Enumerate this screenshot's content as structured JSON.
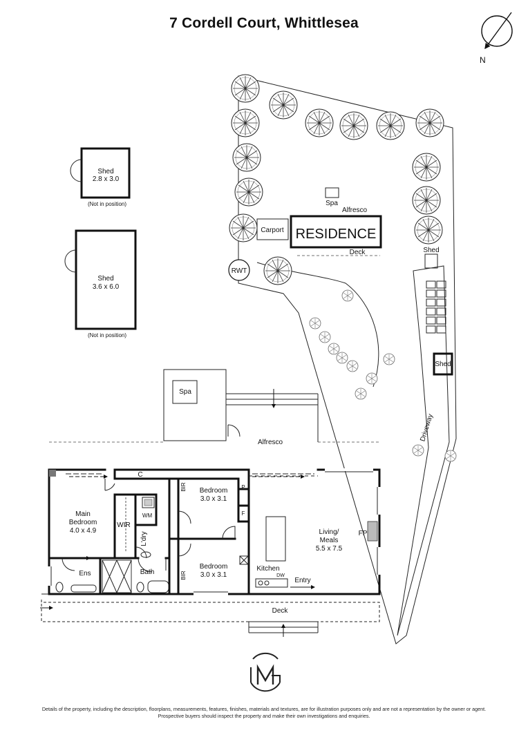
{
  "title": "7 Cordell Court, Whittlesea",
  "compass": {
    "label": "N"
  },
  "site": {
    "residence": "RESIDENCE",
    "carport": "Carport",
    "spa": "Spa",
    "alfresco": "Alfresco",
    "deck": "Deck",
    "shed": "Shed",
    "shed2": "Shed",
    "rwt": "RWT",
    "driveway": "Driveway"
  },
  "sheds": [
    {
      "name": "Shed",
      "size": "2.8 x 3.0",
      "note": "(Not in position)"
    },
    {
      "name": "Shed",
      "size": "3.6 x 6.0",
      "note": "(Not in position)"
    }
  ],
  "floorplan": {
    "spa": "Spa",
    "alfresco": "Alfresco",
    "main_bedroom": {
      "name1": "Main",
      "name2": "Bedroom",
      "size": "4.0 x 4.9"
    },
    "bedroom_top": {
      "name": "Bedroom",
      "size": "3.0 x 3.1"
    },
    "bedroom_bottom": {
      "name": "Bedroom",
      "size": "3.0 x 3.1"
    },
    "living": {
      "name1": "Living/",
      "name2": "Meals",
      "size": "5.5 x 7.5"
    },
    "c": "C",
    "bir_top": "BIR",
    "bir_bottom": "BIR",
    "p": "P",
    "f": "F",
    "wm": "WM",
    "wir": "WIR",
    "ldry": "L'dry",
    "ens": "Ens",
    "bath": "Bath",
    "kitchen": "Kitchen",
    "dw": "DW",
    "entry": "Entry",
    "fp": "FP",
    "deck": "Deck"
  },
  "disclaimer": {
    "line1": "Details of the property, including the description, floorplans, measurements, features, finishes, materials and textures, are for illustration purposes only and are not a representation by the owner or agent.",
    "line2": "Prospective buyers should inspect the property and make their own investigations and enquiries."
  }
}
